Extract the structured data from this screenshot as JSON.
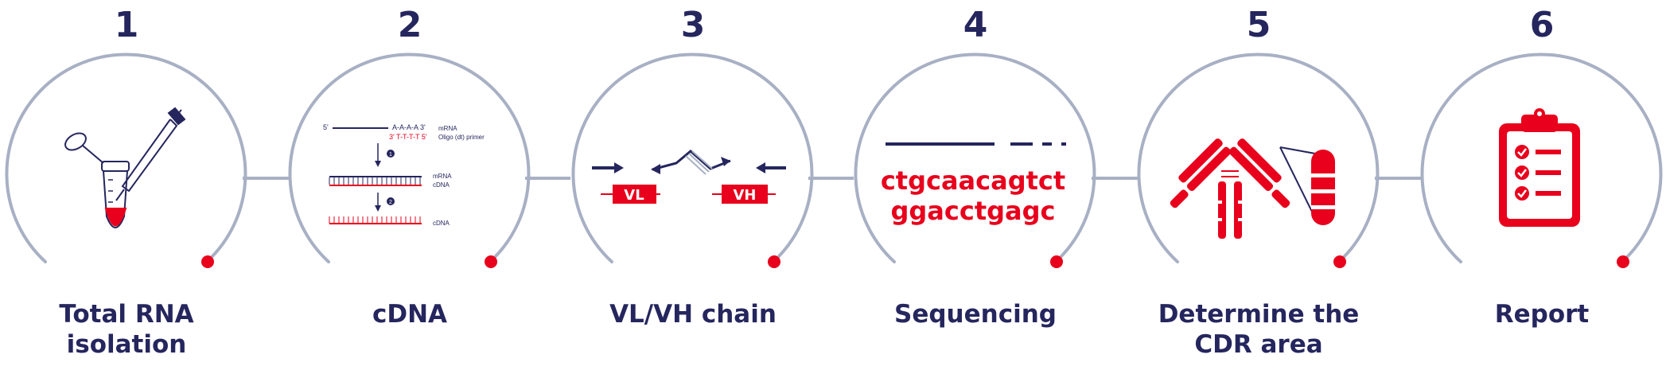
{
  "colors": {
    "navy": "#25265e",
    "red": "#e8001c",
    "ring": "#a8b0c4"
  },
  "steps": [
    {
      "number": "1",
      "label": "Total RNA\nisolation",
      "icon": "rna-tube-pipette-icon"
    },
    {
      "number": "2",
      "label": "cDNA",
      "icon": "cdna-synthesis-icon",
      "texts": {
        "five_prime": "5'",
        "mrna_seq": "A-A-A-A 3'",
        "primer_seq": "3' T-T-T-T 5'",
        "mrna": "mRNA",
        "primer": "Oligo (dt) primer",
        "mrna2": "mRNA",
        "cdna": "cDNA",
        "cdna2": "cDNA",
        "step1": "1",
        "step2": "2"
      }
    },
    {
      "number": "3",
      "label": "VL/VH chain",
      "icon": "pcr-primers-icon",
      "texts": {
        "vl": "VL",
        "vh": "VH"
      }
    },
    {
      "number": "4",
      "label": "Sequencing",
      "icon": "sequence-read-icon",
      "texts": {
        "line1": "ctgcaacagtct",
        "line2": "ggacctgagc"
      }
    },
    {
      "number": "5",
      "label": "Determine the\nCDR area",
      "icon": "antibody-cdr-icon"
    },
    {
      "number": "6",
      "label": "Report",
      "icon": "clipboard-report-icon"
    }
  ]
}
